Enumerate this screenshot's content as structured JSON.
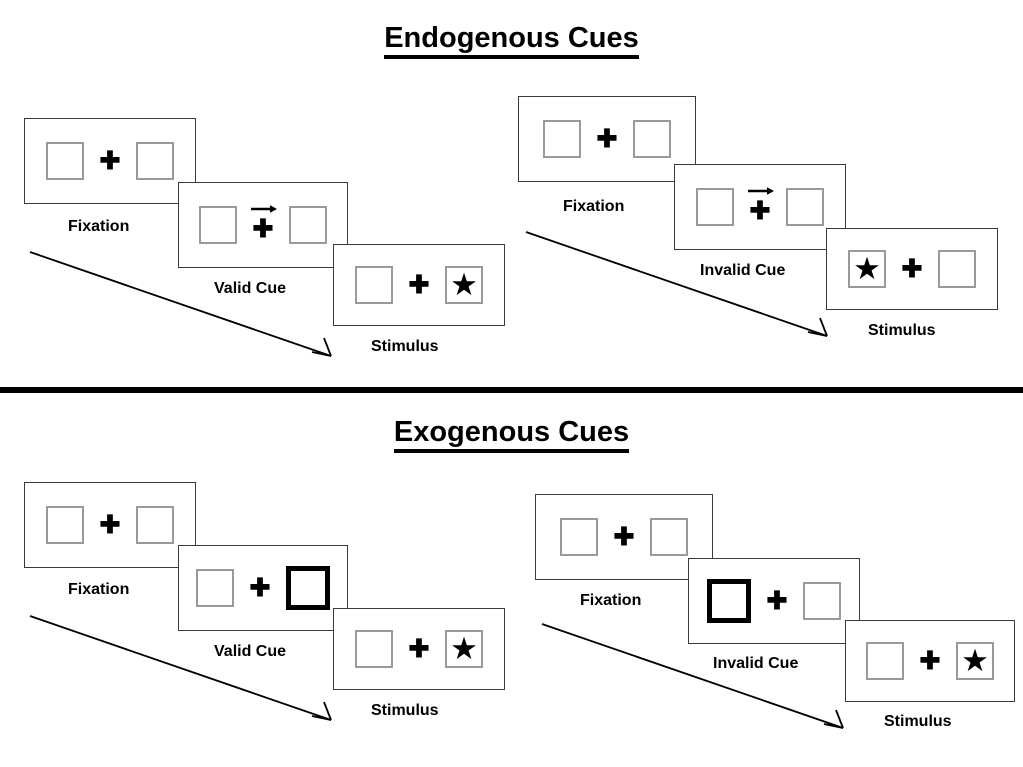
{
  "sections": [
    {
      "id": "endogenous",
      "title": "Endogenous Cues",
      "columns": [
        {
          "id": "endogenous-valid",
          "panels": [
            {
              "caption": "Fixation",
              "left_box": "empty",
              "right_box": "empty",
              "cue": "none",
              "cross": "plus"
            },
            {
              "caption": "Valid Cue",
              "left_box": "empty",
              "right_box": "empty",
              "cue": "arrow-right",
              "cross": "plus"
            },
            {
              "caption": "Stimulus",
              "left_box": "empty",
              "right_box": "star",
              "cue": "none",
              "cross": "plus"
            }
          ]
        },
        {
          "id": "endogenous-invalid",
          "panels": [
            {
              "caption": "Fixation",
              "left_box": "empty",
              "right_box": "empty",
              "cue": "none",
              "cross": "plus"
            },
            {
              "caption": "Invalid Cue",
              "left_box": "empty",
              "right_box": "empty",
              "cue": "arrow-right",
              "cross": "plus"
            },
            {
              "caption": "Stimulus",
              "left_box": "star",
              "right_box": "empty",
              "cue": "none",
              "cross": "plus"
            }
          ]
        }
      ]
    },
    {
      "id": "exogenous",
      "title": "Exogenous Cues",
      "columns": [
        {
          "id": "exogenous-valid",
          "panels": [
            {
              "caption": "Fixation",
              "left_box": "empty",
              "right_box": "empty",
              "cue": "none",
              "cross": "plus"
            },
            {
              "caption": "Valid Cue",
              "left_box": "empty",
              "right_box": "cued",
              "cue": "none",
              "cross": "plus"
            },
            {
              "caption": "Stimulus",
              "left_box": "empty",
              "right_box": "star",
              "cue": "none",
              "cross": "plus"
            }
          ]
        },
        {
          "id": "exogenous-invalid",
          "panels": [
            {
              "caption": "Fixation",
              "left_box": "empty",
              "right_box": "empty",
              "cue": "none",
              "cross": "plus"
            },
            {
              "caption": "Invalid Cue",
              "left_box": "cued",
              "right_box": "empty",
              "cue": "none",
              "cross": "plus"
            },
            {
              "caption": "Stimulus",
              "left_box": "empty",
              "right_box": "star",
              "cue": "none",
              "cross": "plus"
            }
          ]
        }
      ]
    }
  ],
  "glyphs": {
    "plus": "✚",
    "star": "★"
  },
  "icons": {
    "time_arrow": "time-progression-arrow",
    "cue_arrow": "arrow-right-icon"
  },
  "colors": {
    "panel_border": "#3a3a3a",
    "box_border": "#9a9a9a",
    "cued_box_border": "#000000",
    "ink": "#000000",
    "background": "#ffffff"
  }
}
